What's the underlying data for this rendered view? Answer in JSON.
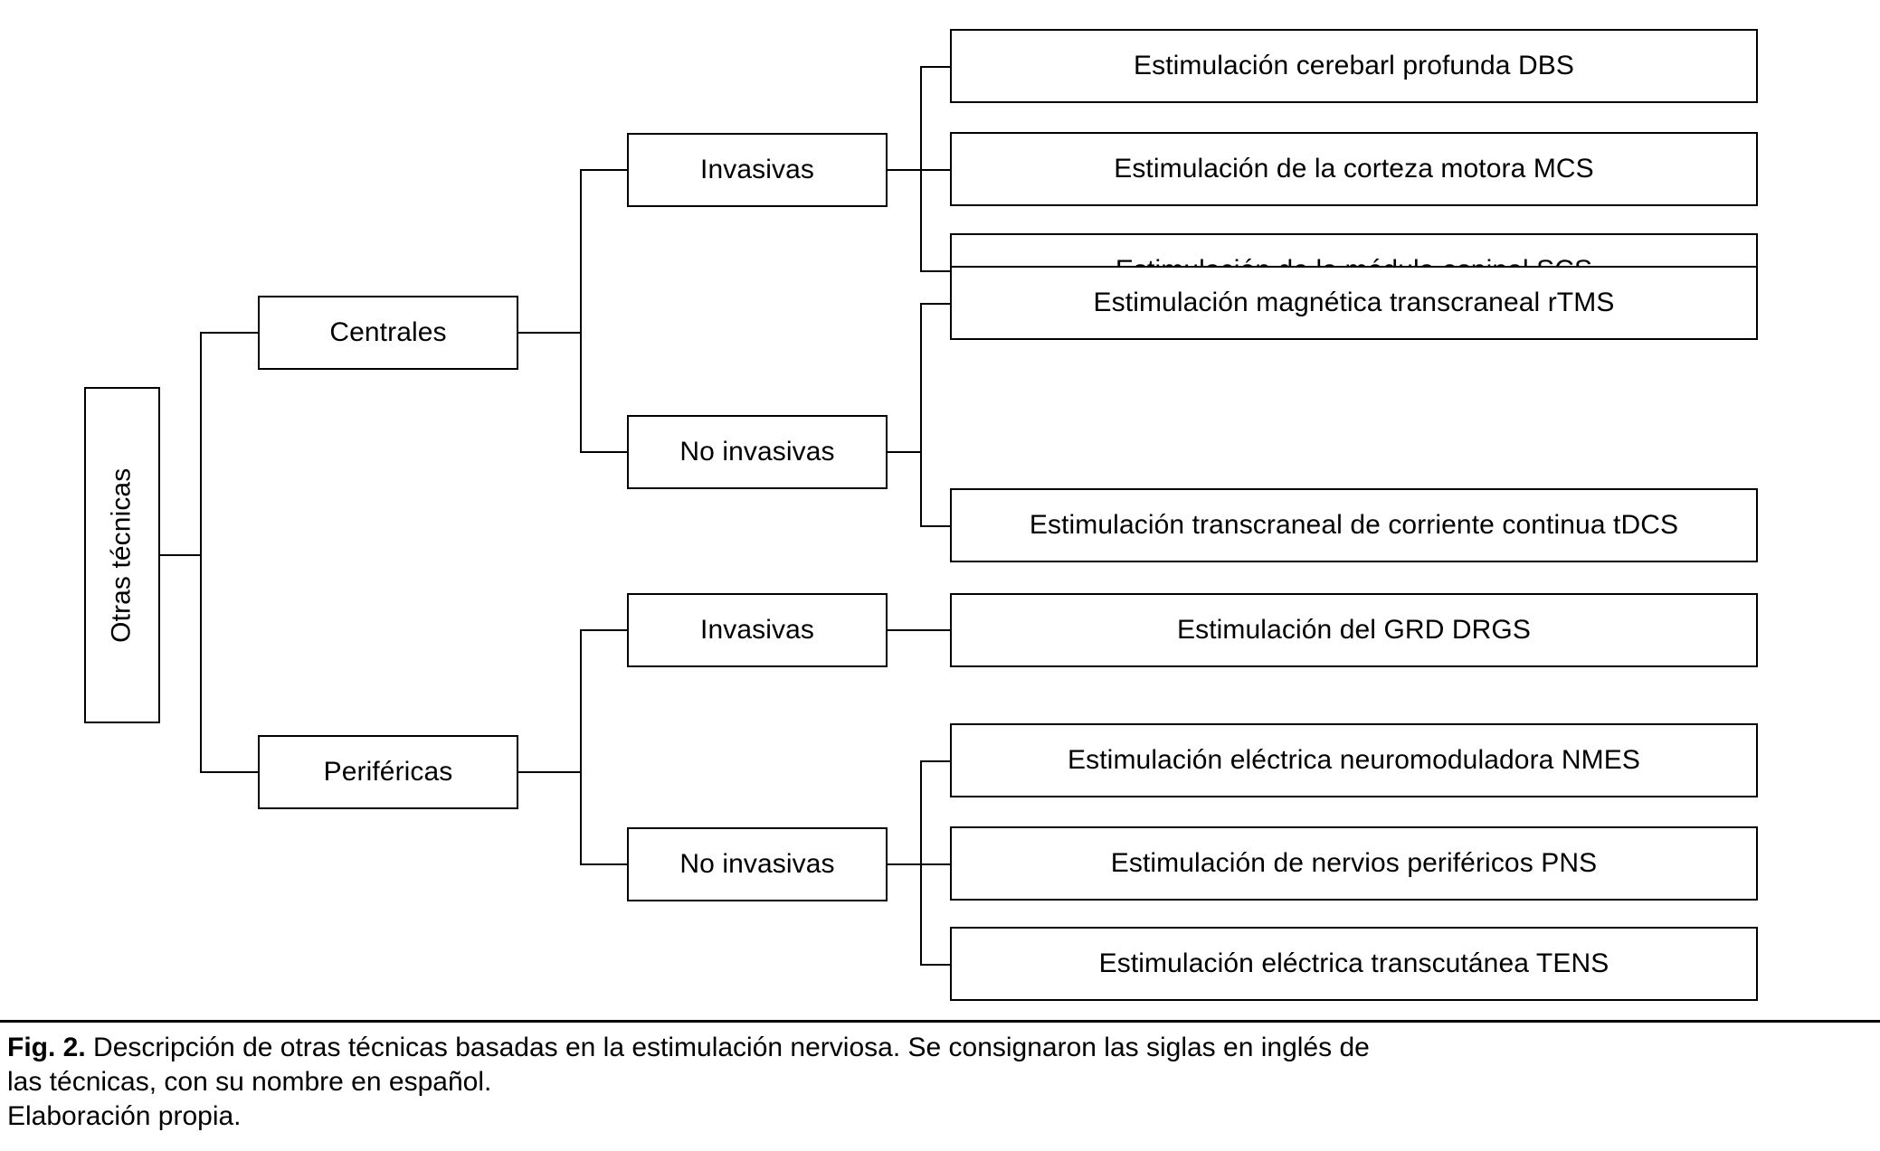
{
  "figure": {
    "root": {
      "label": "Otras técnicas",
      "orientation": "vertical"
    },
    "branches": [
      {
        "label": "Centrales",
        "groups": [
          {
            "label": "Invasivas",
            "leaves": [
              "Estimulación cerebarl profunda DBS",
              "Estimulación de la corteza motora MCS",
              "Estimulación de la médula espinal SCS"
            ]
          },
          {
            "label": "No invasivas",
            "leaves": [
              "Estimulación magnética transcraneal rTMS",
              "Estimulación transcraneal de corriente continua tDCS"
            ]
          }
        ]
      },
      {
        "label": "Periféricas",
        "groups": [
          {
            "label": "Invasivas",
            "leaves": [
              "Estimulación del GRD DRGS"
            ]
          },
          {
            "label": "No invasivas",
            "leaves": [
              "Estimulación eléctrica neuromoduladora NMES",
              "Estimulación de nervios periféricos PNS",
              "Estimulación eléctrica transcutánea TENS"
            ]
          }
        ]
      }
    ]
  },
  "caption": {
    "figure_label": "Fig. 2.",
    "line1": " Descripción de otras técnicas basadas en la estimulación nerviosa. Se consignaron las siglas en inglés de",
    "line2": "las técnicas, con su nombre en español.",
    "line3": "Elaboración propia."
  },
  "colors": {
    "line": "#000000",
    "background": "#ffffff",
    "text": "#000000"
  }
}
